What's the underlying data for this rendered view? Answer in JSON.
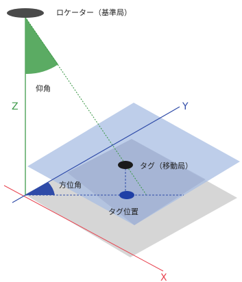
{
  "labels": {
    "locator": "ロケーター（基準局）",
    "elevation": "仰角",
    "azimuth": "方位角",
    "tag": "タグ（移動局）",
    "tag_position": "タグ位置",
    "axis_x": "X",
    "axis_y": "Y",
    "axis_z": "Z"
  },
  "colors": {
    "axis_x": "#e8434f",
    "axis_y": "#2f4ba8",
    "axis_z": "#3f9a4a",
    "elevation_fill": "#5bab63",
    "upper_plane": "#a8bde3",
    "lower_plane": "#c8c8c8",
    "locator": "#4a4a4a",
    "tag": "#1a1a1a",
    "tag_position": "#1f3fa6"
  }
}
